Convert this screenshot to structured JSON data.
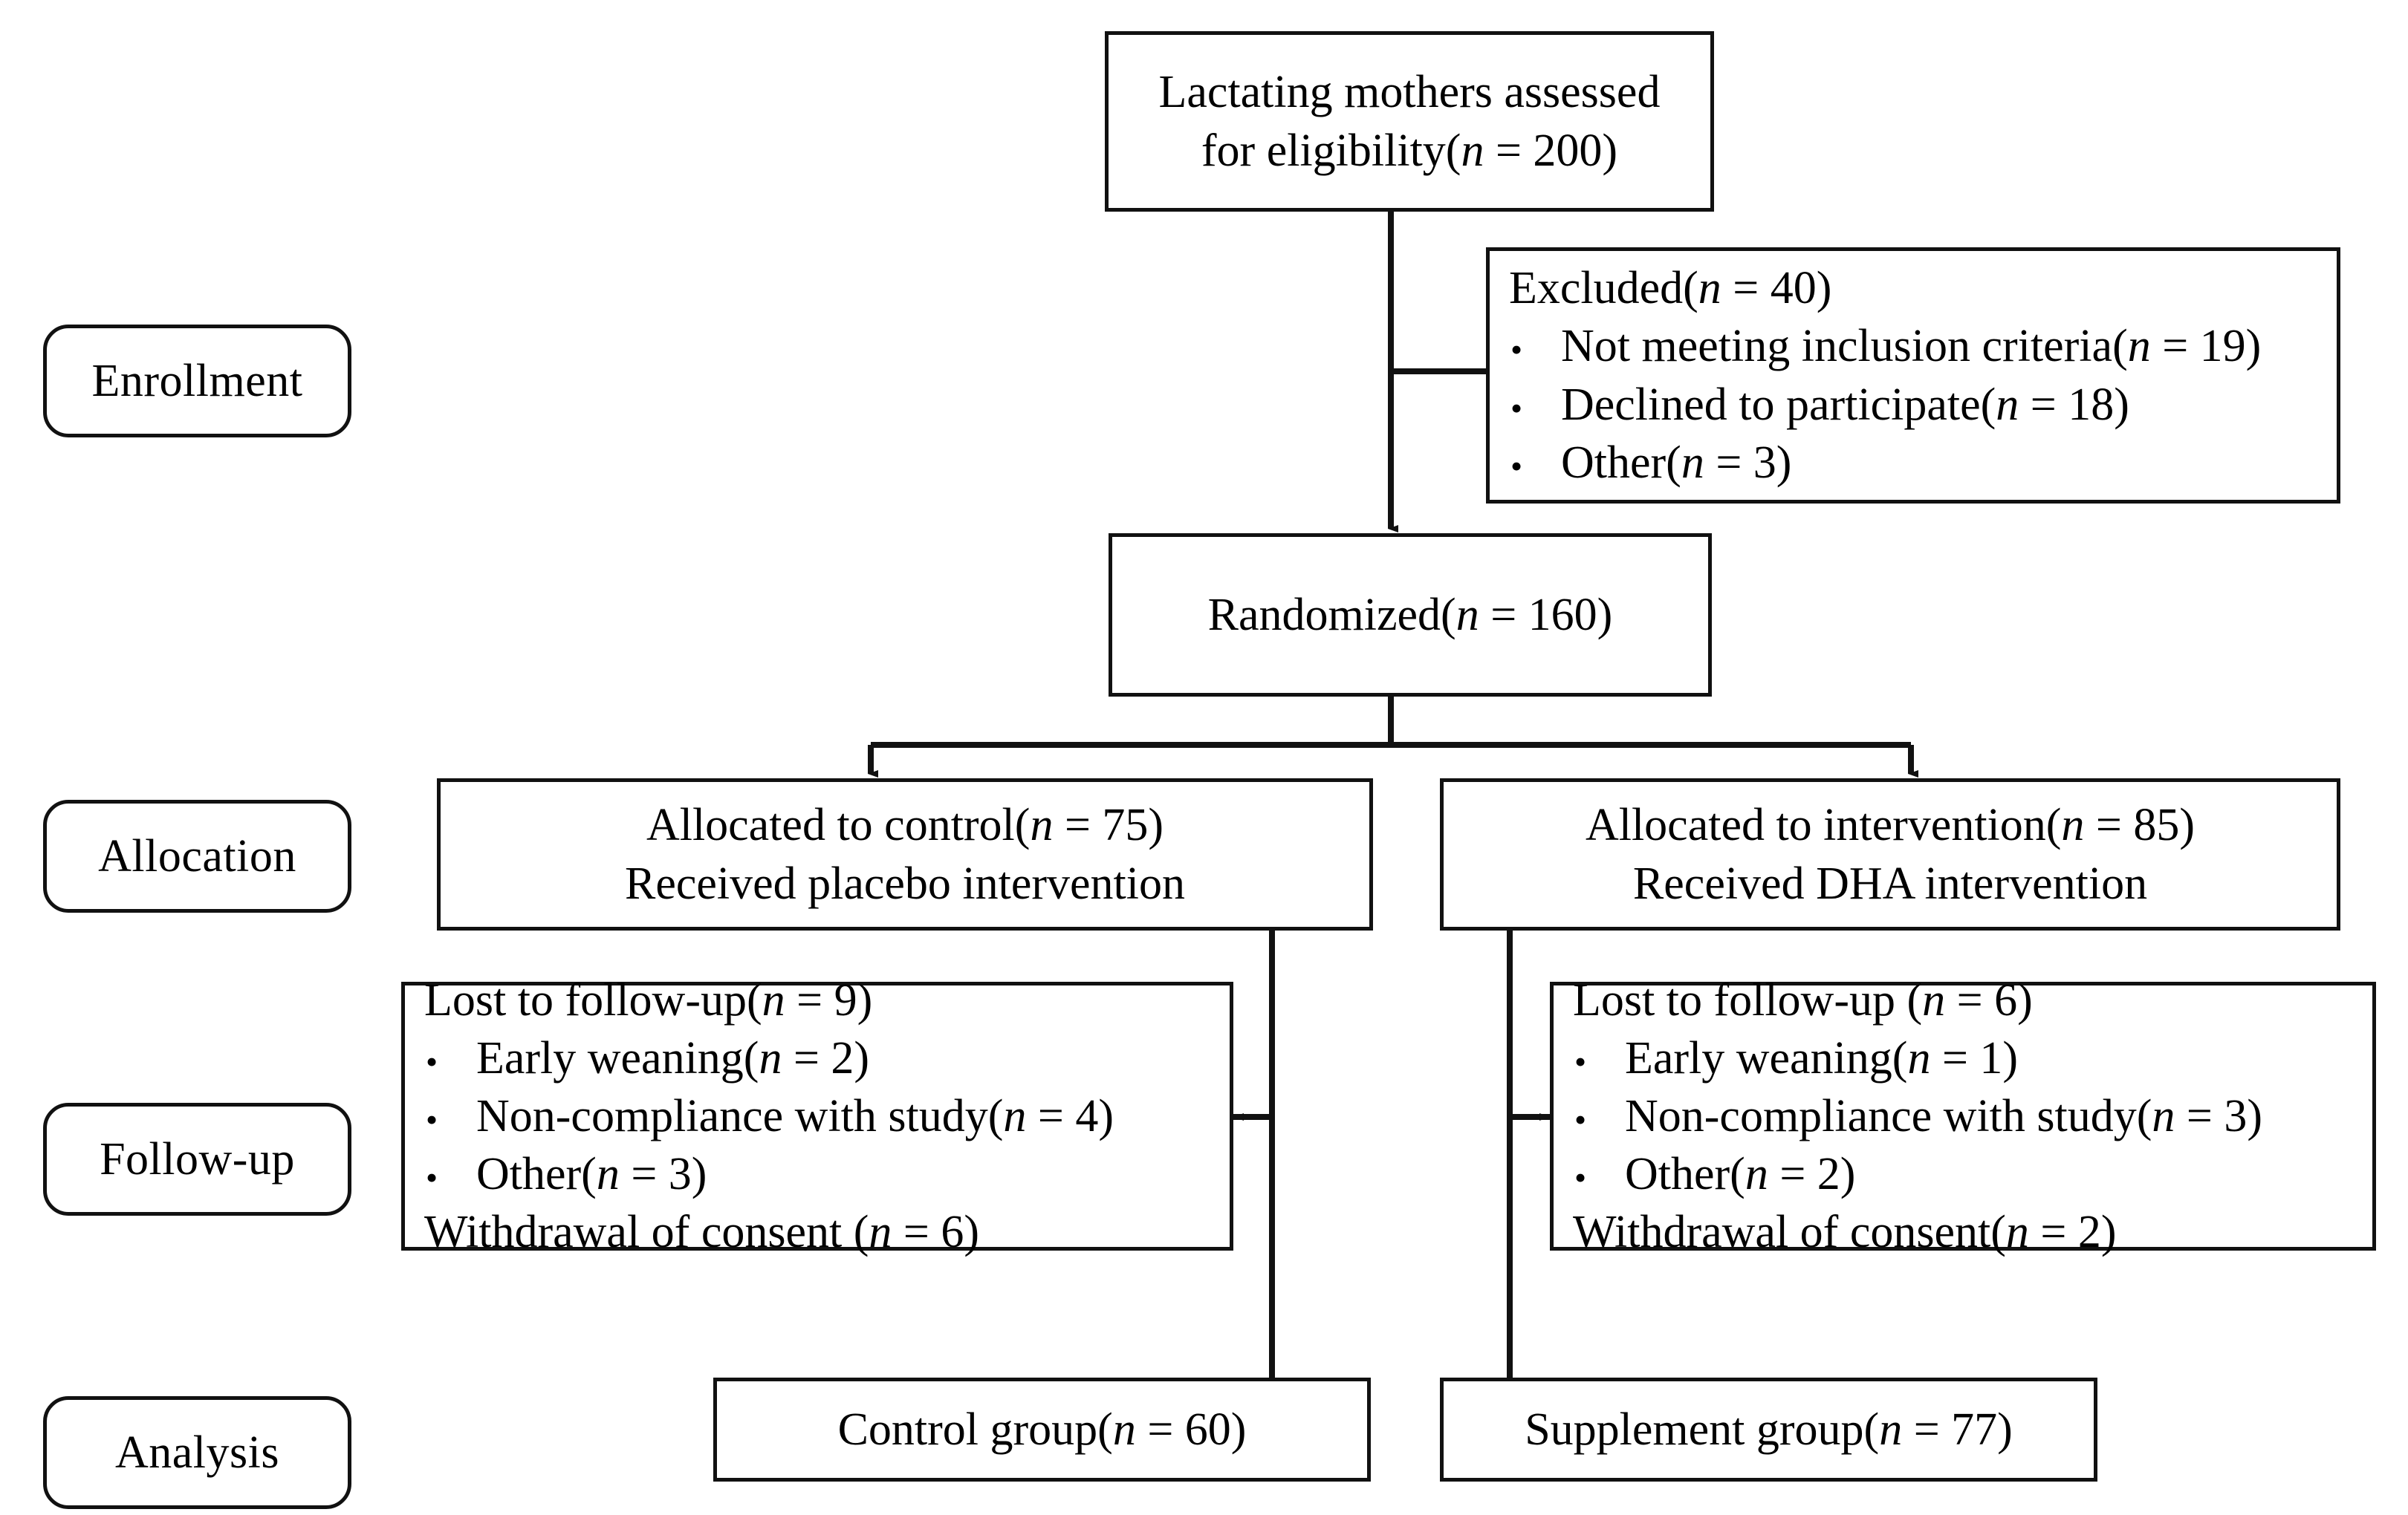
{
  "diagram": {
    "title": "CONSORT participant flow diagram",
    "line_color": "#111111",
    "background": "#ffffff"
  },
  "stages": [
    {
      "id": "enrollment",
      "label": "Enrollment"
    },
    {
      "id": "allocation",
      "label": "Allocation"
    },
    {
      "id": "followup",
      "label": "Follow-up"
    },
    {
      "id": "analysis",
      "label": "Analysis"
    }
  ],
  "nodes": {
    "assessed": {
      "line1": "Lactating mothers assessed",
      "line2": "for eligibility(n = 200)"
    },
    "excluded": {
      "heading": "Excluded(n = 40)",
      "bullets": [
        "Not meeting inclusion criteria(n = 19)",
        "Declined to participate(n = 18)",
        "Other(n = 3)"
      ]
    },
    "randomized": {
      "line1": "Randomized(n = 160)"
    },
    "allocated_control": {
      "line1": "Allocated to control(n = 75)",
      "line2": "Received placebo intervention"
    },
    "allocated_intervention": {
      "line1": "Allocated to intervention(n = 85)",
      "line2": "Received DHA intervention"
    },
    "followup_control": {
      "heading": "Lost to follow-up(n = 9)",
      "bullets": [
        "Early weaning(n = 2)",
        "Non-compliance with study(n = 4)",
        "Other(n = 3)"
      ],
      "footer": "Withdrawal of consent (n = 6)"
    },
    "followup_intervention": {
      "heading": "Lost to follow-up (n = 6)",
      "bullets": [
        "Early weaning(n = 1)",
        "Non-compliance with study(n = 3)",
        "Other(n = 2)"
      ],
      "footer": "Withdrawal of consent(n = 2)"
    },
    "analysis_control": {
      "line1": "Control group(n = 60)"
    },
    "analysis_intervention": {
      "line1": "Supplement group(n = 77)"
    }
  },
  "bullet_glyph": "•",
  "chart_data": {
    "type": "table",
    "title": "CONSORT participant flow",
    "stages": [
      "Enrollment",
      "Allocation",
      "Follow-up",
      "Analysis"
    ],
    "nodes": [
      {
        "id": "assessed",
        "stage": "Enrollment",
        "label": "Lactating mothers assessed for eligibility",
        "n": 200
      },
      {
        "id": "excluded",
        "stage": "Enrollment",
        "label": "Excluded",
        "n": 40,
        "reasons": [
          {
            "label": "Not meeting inclusion criteria",
            "n": 19
          },
          {
            "label": "Declined to participate",
            "n": 18
          },
          {
            "label": "Other",
            "n": 3
          }
        ]
      },
      {
        "id": "randomized",
        "stage": "Enrollment",
        "label": "Randomized",
        "n": 160
      },
      {
        "id": "allocated_control",
        "stage": "Allocation",
        "label": "Allocated to control / Received placebo intervention",
        "n": 75
      },
      {
        "id": "allocated_intervention",
        "stage": "Allocation",
        "label": "Allocated to intervention / Received DHA intervention",
        "n": 85
      },
      {
        "id": "followup_control",
        "stage": "Follow-up",
        "label": "Lost to follow-up (control)",
        "n": 9,
        "reasons": [
          {
            "label": "Early weaning",
            "n": 2
          },
          {
            "label": "Non-compliance with study",
            "n": 4
          },
          {
            "label": "Other",
            "n": 3
          }
        ],
        "withdrawal_of_consent": 6
      },
      {
        "id": "followup_intervention",
        "stage": "Follow-up",
        "label": "Lost to follow-up (intervention)",
        "n": 6,
        "reasons": [
          {
            "label": "Early weaning",
            "n": 1
          },
          {
            "label": "Non-compliance with study",
            "n": 3
          },
          {
            "label": "Other",
            "n": 2
          }
        ],
        "withdrawal_of_consent": 2
      },
      {
        "id": "analysis_control",
        "stage": "Analysis",
        "label": "Control group",
        "n": 60
      },
      {
        "id": "analysis_intervention",
        "stage": "Analysis",
        "label": "Supplement group",
        "n": 77
      }
    ],
    "edges": [
      {
        "from": "assessed",
        "to": "excluded"
      },
      {
        "from": "assessed",
        "to": "randomized"
      },
      {
        "from": "randomized",
        "to": "allocated_control"
      },
      {
        "from": "randomized",
        "to": "allocated_intervention"
      },
      {
        "from": "allocated_control",
        "to": "followup_control"
      },
      {
        "from": "allocated_control",
        "to": "analysis_control"
      },
      {
        "from": "allocated_intervention",
        "to": "followup_intervention"
      },
      {
        "from": "allocated_intervention",
        "to": "analysis_intervention"
      }
    ]
  }
}
